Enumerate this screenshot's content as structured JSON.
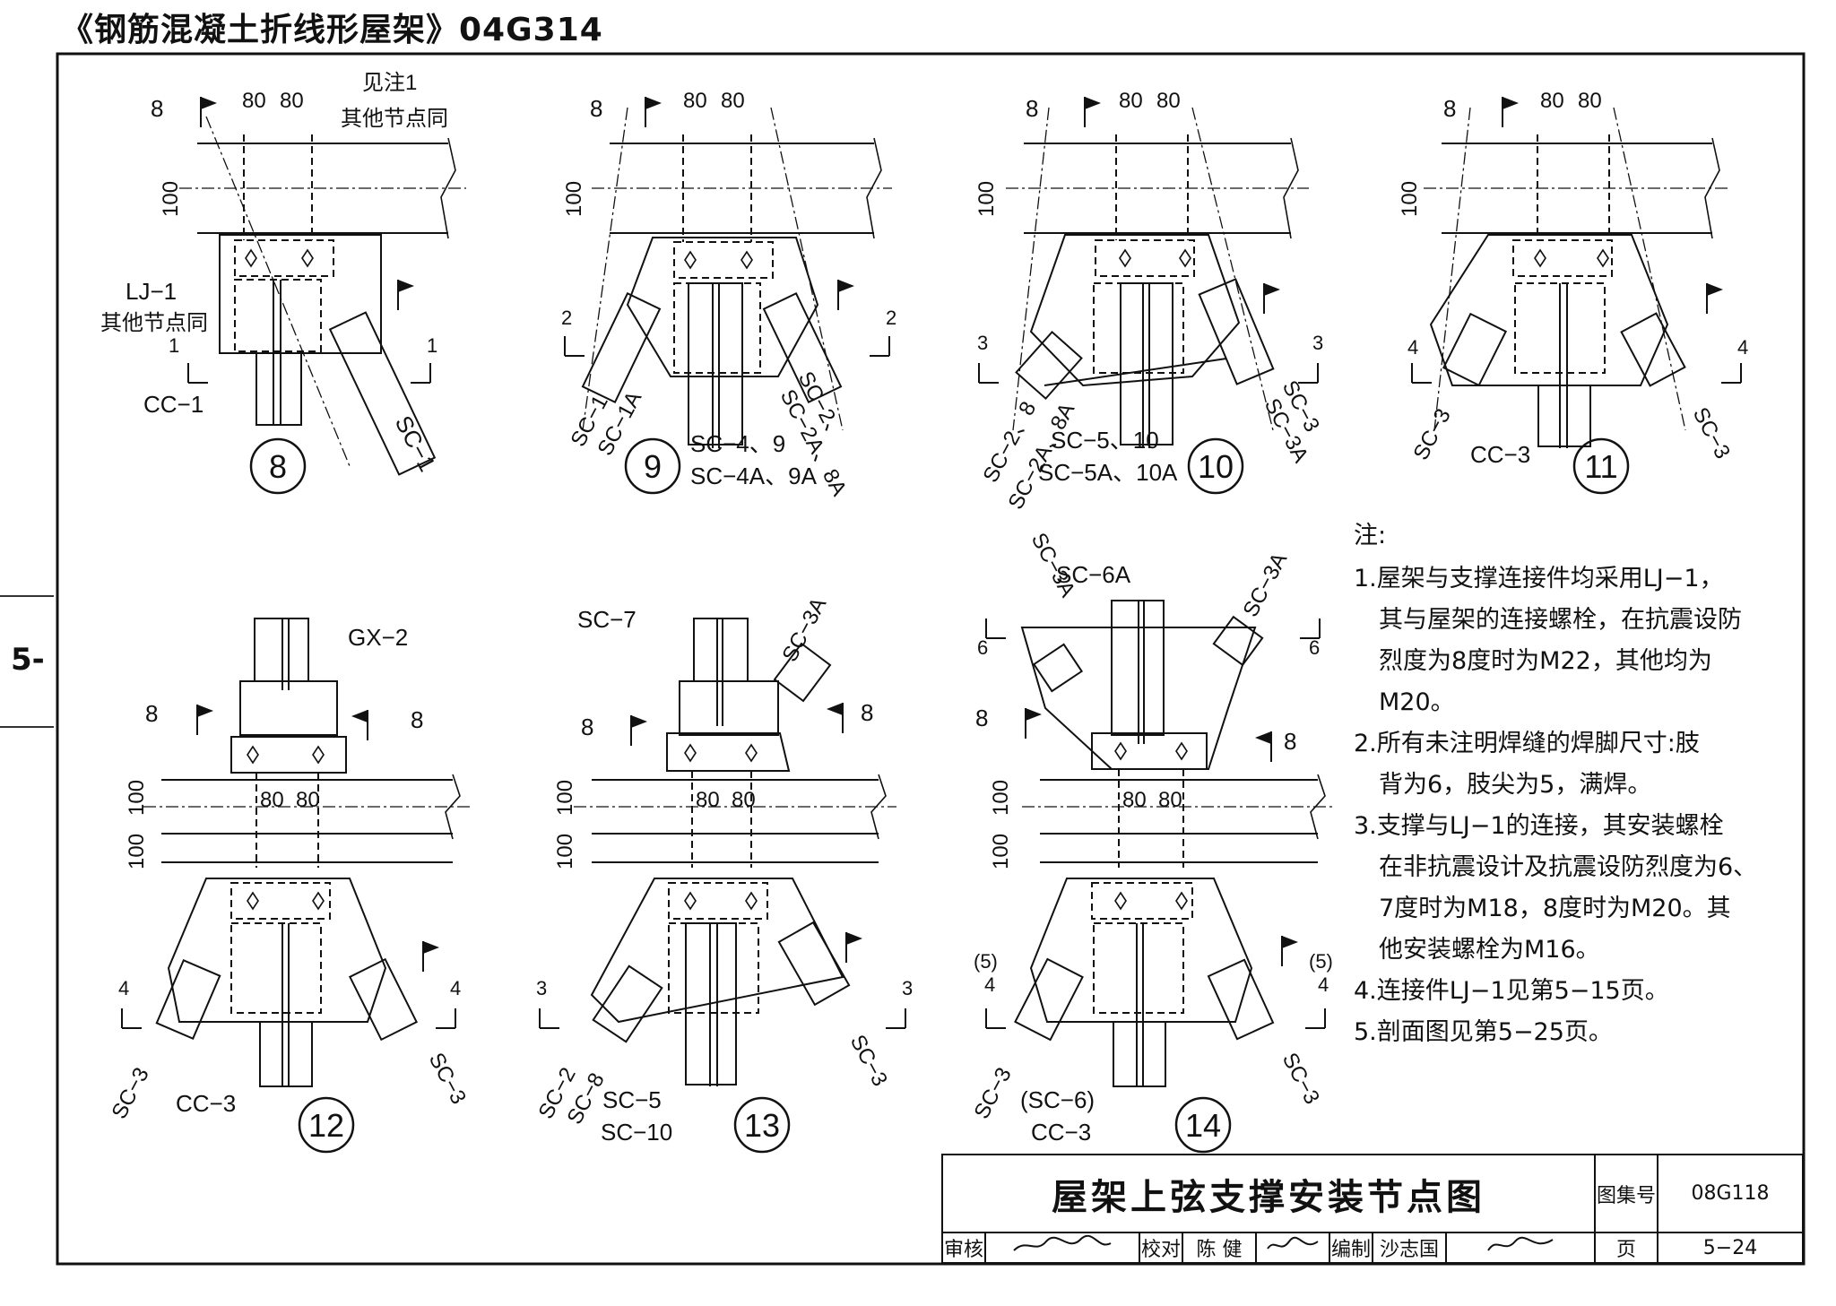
{
  "sheet": {
    "title": "《钢筋混凝土折线形屋架》04G314",
    "side_tab": "5-"
  },
  "nodes": [
    {
      "id": "8",
      "labels": {
        "note": "见注1",
        "note2": "其他节点同",
        "lj": "LJ−1",
        "lj_note": "其他节点同",
        "col": "CC−1",
        "brace": "SC−1",
        "weld": "8",
        "sec": "1",
        "dim_a": "80",
        "dim_b": "80",
        "dim_h": "100"
      }
    },
    {
      "id": "9",
      "labels": {
        "b1": "SC−1",
        "b1a": "SC−1A",
        "b2": "SC−2、",
        "b2a": "SC−2A、8A",
        "b2b": "8",
        "col1": "SC−4、9",
        "col2": "SC−4A、9A",
        "weld": "8",
        "sec": "2",
        "dim_a": "80",
        "dim_b": "80",
        "dim_h": "100"
      }
    },
    {
      "id": "10",
      "labels": {
        "b1": "SC−2、8",
        "b1a": "SC−2A、8A",
        "b2": "SC−3",
        "b2a": "SC−3A",
        "col1": "SC−5、10",
        "col2": "SC−5A、10A",
        "weld": "8",
        "sec": "3",
        "dim_a": "80",
        "dim_b": "80",
        "dim_h": "100"
      }
    },
    {
      "id": "11",
      "labels": {
        "b1": "SC−3",
        "b2": "SC−3",
        "col": "CC−3",
        "weld": "8",
        "sec": "4",
        "dim_a": "80",
        "dim_b": "80",
        "dim_h": "100"
      }
    },
    {
      "id": "12",
      "labels": {
        "top": "GX−2",
        "b1": "SC−3",
        "b2": "SC−3",
        "col": "CC−3",
        "weld": "8",
        "weld2": "8",
        "sec": "4",
        "dim_a": "80",
        "dim_b": "80",
        "dim_h1": "100",
        "dim_h2": "100"
      }
    },
    {
      "id": "13",
      "labels": {
        "top": "SC−7",
        "top2": "SC−3A",
        "b1": "SC−2",
        "b1b": "SC−8",
        "b2": "SC−3",
        "col1": "SC−5",
        "col2": "SC−10",
        "weld": "8",
        "weld2": "8",
        "sec": "3",
        "dim_a": "80",
        "dim_b": "80",
        "dim_h1": "100",
        "dim_h2": "100"
      }
    },
    {
      "id": "14",
      "labels": {
        "top": "SC−6A",
        "tl": "SC−3A",
        "tr": "SC−3A",
        "b1": "SC−3",
        "b2": "SC−3",
        "col1": "(SC−6)",
        "col2": "CC−3",
        "weld": "8",
        "weld2": "8",
        "sec": "6",
        "sec2": "4",
        "sec2p": "(5)",
        "dim_a": "80",
        "dim_b": "80",
        "dim_h1": "100",
        "dim_h2": "100"
      }
    }
  ],
  "notes": {
    "header": "注:",
    "items": [
      [
        "1.屋架与支撑连接件均采用LJ−1，",
        "其与屋架的连接螺栓，在抗震设防",
        "烈度为8度时为M22，其他均为",
        "M20。"
      ],
      [
        "2.所有未注明焊缝的焊脚尺寸:肢",
        "背为6，肢尖为5，满焊。"
      ],
      [
        "3.支撑与LJ−1的连接，其安装螺栓",
        "在非抗震设计及抗震设防烈度为6、",
        "7度时为M18，8度时为M20。其",
        "他安装螺栓为M16。"
      ],
      [
        "4.连接件LJ−1见第5−15页。"
      ],
      [
        "5.剖面图见第5−25页。"
      ]
    ]
  },
  "title_block": {
    "drawing_title": "屋架上弦支撑安装节点图",
    "atlas_no_label": "图集号",
    "atlas_no": "08G118",
    "page_label": "页",
    "page_no": "5−24",
    "review_label": "审核",
    "check_label": "校对",
    "checker": "陈 健",
    "draw_label": "编制",
    "drafter": "沙志国"
  }
}
